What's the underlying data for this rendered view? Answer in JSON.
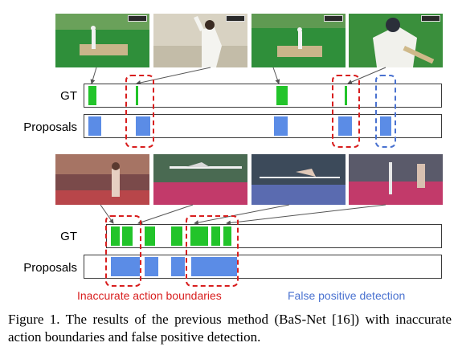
{
  "top": {
    "gt_label": "GT",
    "proposals_label": "Proposals"
  },
  "bottom": {
    "gt_label": "GT",
    "proposals_label": "Proposals"
  },
  "annotations": {
    "inaccurate_boundaries": "Inaccurate action boundaries",
    "false_positive": "False positive detection"
  },
  "caption": "Figure 1. The results of the previous method (BaS-Net [16]) with inaccurate action boundaries and false positive detection.",
  "colors": {
    "gt": "#22c42a",
    "proposal": "#5b8ce6",
    "boundary_error": "#d81e1e",
    "false_positive": "#4a72d0"
  },
  "icons": {
    "cricket_frames": "cricket-frame-icon",
    "highjump_frames": "high-jump-frame-icon"
  }
}
